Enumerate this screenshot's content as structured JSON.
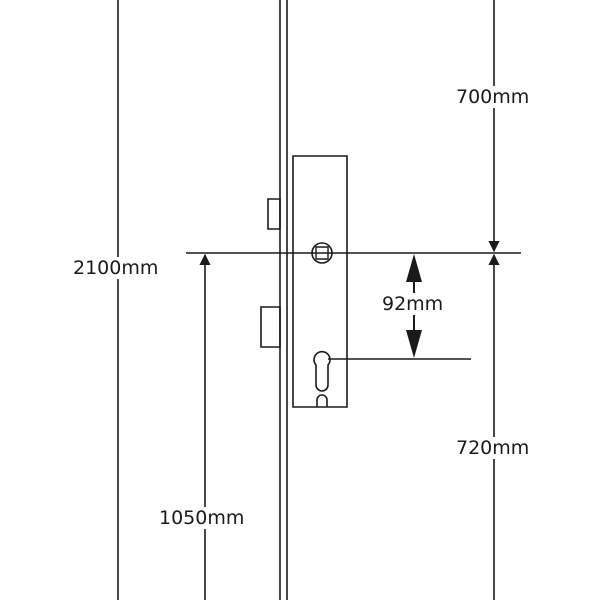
{
  "dimensions": {
    "total_height": "2100mm",
    "top_to_spindle": "700mm",
    "spindle_to_cylinder": "92mm",
    "spindle_to_bottom_hook": "720mm",
    "floor_to_spindle": "1050mm"
  },
  "colors": {
    "line": "#1a1a1a",
    "background": "#ffffff"
  }
}
